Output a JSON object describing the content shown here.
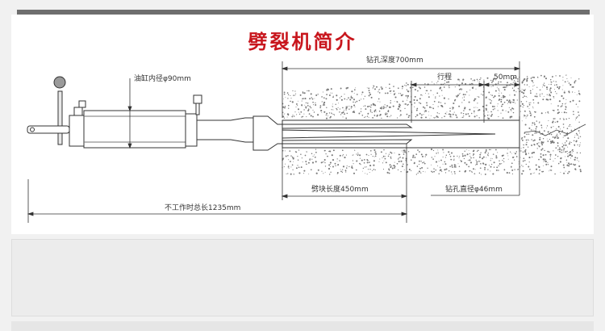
{
  "title": "劈裂机简介",
  "colors": {
    "title": "#c8161d",
    "line": "#333333",
    "rock": "#7a7a7a"
  },
  "labels": {
    "cylinder_inner_diameter": "油缸内径φ90mm",
    "drill_depth": "钻孔深度700mm",
    "stroke": "行程",
    "stroke_gap": "50mm",
    "wedge_length": "劈块长度450mm",
    "hole_diameter": "钻孔直径φ46mm",
    "total_length": "不工作时总长1235mm"
  }
}
